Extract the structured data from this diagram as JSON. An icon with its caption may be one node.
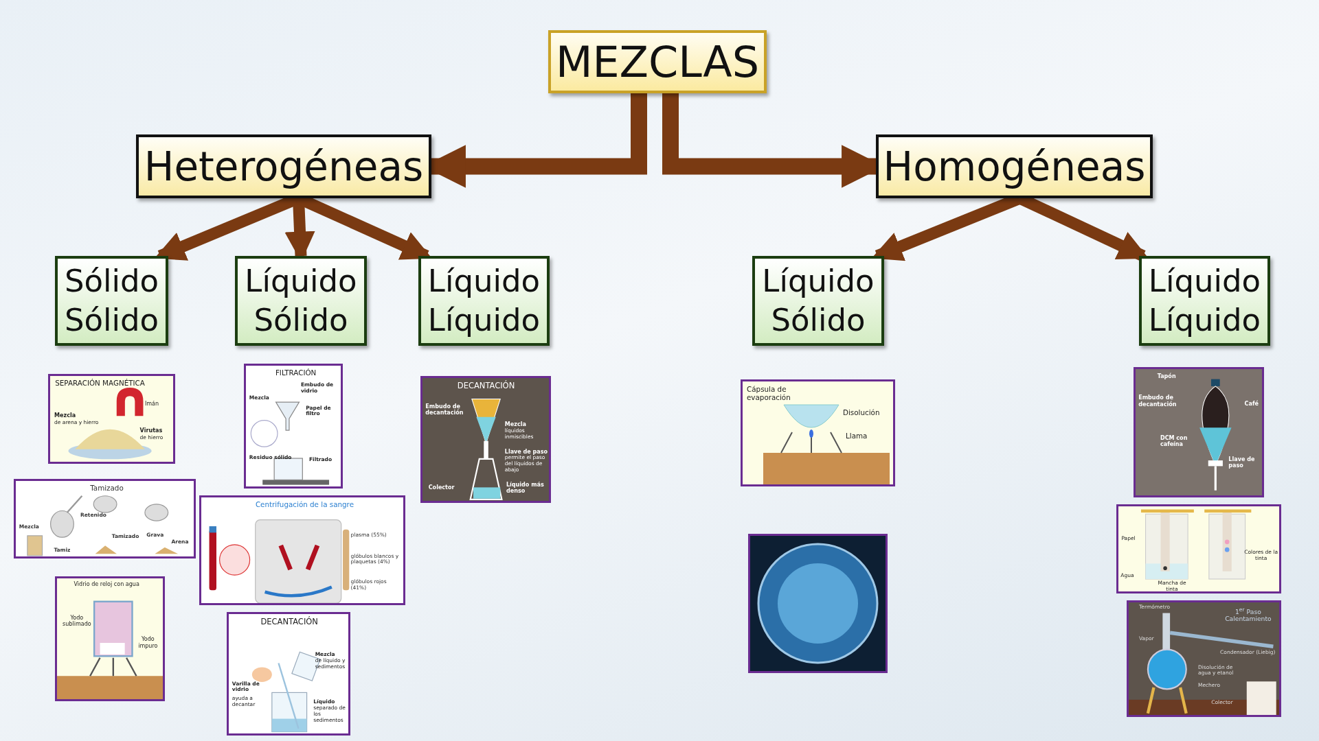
{
  "diagram": {
    "nodes": [
      {
        "text": [
          "MEZCLAS"
        ]
      },
      {
        "text": [
          "Heterogéneas"
        ]
      },
      {
        "text": [
          "Homogéneas"
        ]
      },
      {
        "text": [
          "Sólido Sólido"
        ]
      },
      {
        "text": [
          "Líquido Sólido"
        ]
      },
      {
        "text": [
          "Líquido Líquido"
        ]
      },
      {
        "text": [
          "Líquido Sólido"
        ]
      },
      {
        "text": [
          "Líquido Líquido"
        ]
      },
      {
        "text": [
          "SEPARACIÓN MAGNÉTICA",
          "Imán",
          "Mezcla",
          "de arena y hierro",
          "Virutas",
          "de hierro"
        ]
      },
      {
        "text": [
          "Tamizado",
          "Mezcla",
          "Tamiz",
          "Retenido",
          "Tamizado",
          "Grava",
          "Arena"
        ]
      },
      {
        "text": [
          "Vidrio de reloj con agua",
          "Yodo sublimado",
          "Yodo impuro"
        ]
      },
      {
        "text": [
          "FILTRACIÓN",
          "Embudo de vidrio",
          "Mezcla",
          "Papel de filtro",
          "Residuo sólido",
          "Filtrado"
        ]
      },
      {
        "text": [
          "Centrifugación de la sangre",
          "plasma (55%)",
          "glóbulos blancos y plaquetas (4%)",
          "glóbulos rojos (41%)"
        ]
      },
      {
        "text": [
          "DECANTACIÓN",
          "Mezcla",
          "de líquido y sedimentos",
          "Varilla de vidrio",
          "ayuda a decantar",
          "Líquido",
          "separado de los sedimentos"
        ]
      },
      {
        "text": [
          "DECANTACIÓN",
          "Embudo de decantación",
          "Mezcla",
          "líquidos inmiscibles",
          "Llave de paso",
          "permite el paso del líquidos de abajo",
          "Colector",
          "Líquido más denso"
        ]
      },
      {
        "text": [
          "Cápsula de evaporación",
          "Disolución",
          "Llama"
        ]
      },
      {
        "text": [],
        "shape": "picture"
      },
      {
        "text": [
          "Tapón",
          "Embudo de decantación",
          "Café",
          "DCM con cafeína",
          "Llave de paso"
        ]
      },
      {
        "text": [
          "Papel",
          "Agua",
          "Mancha de tinta",
          "Colores de la tinta"
        ]
      },
      {
        "text": [
          "Termómetro",
          "1$^{er}$ Paso Calentamiento",
          "Vapor",
          "Condensador (Liebig)",
          "Disolución de agua y etanol",
          "Mechero",
          "Colector"
        ]
      }
    ],
    "edges": [
      {
        "from": 0,
        "to": 1,
        "arrow": "to"
      },
      {
        "from": 0,
        "to": 2,
        "arrow": "to"
      },
      {
        "from": 1,
        "to": 3,
        "arrow": "to"
      },
      {
        "from": 1,
        "to": 4,
        "arrow": "to"
      },
      {
        "from": 1,
        "to": 5,
        "arrow": "to"
      },
      {
        "from": 2,
        "to": 6,
        "arrow": "to"
      },
      {
        "from": 2,
        "to": 7,
        "arrow": "to"
      }
    ]
  }
}
